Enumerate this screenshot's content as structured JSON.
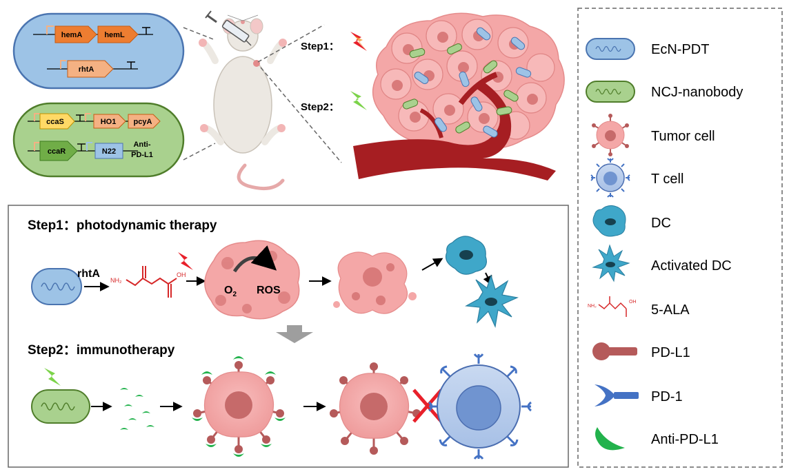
{
  "colors": {
    "ecn_fill": "#9dc3e6",
    "ecn_stroke": "#4a74b0",
    "ncj_fill": "#a9d18e",
    "ncj_stroke": "#4f7d2a",
    "tumor": "#f4a7a7",
    "tumor_dark": "#d97a7a",
    "vessel": "#a61e22",
    "gene_orange": "#ed7d31",
    "gene_salmon": "#f4b183",
    "gene_yellow": "#ffd966",
    "gene_green": "#70ad47",
    "gene_blue": "#9dc3e6",
    "ala_red": "#d62728",
    "pd1_blue": "#4472c4",
    "nanobody_green": "#22b24c",
    "dc_blue": "#3fa7c9",
    "cross_red": "#e8202a"
  },
  "plasmids": {
    "ecn": {
      "genes": [
        "hemA",
        "hemL",
        "rhtA"
      ]
    },
    "ncj": {
      "genes": [
        "ccaS",
        "HO1",
        "pcyA",
        "ccaR",
        "N22"
      ],
      "anti_pdl1": [
        "Anti-",
        "PD-L1"
      ]
    }
  },
  "steps_top": {
    "step1": "Step1：",
    "step2": "Step2："
  },
  "panel": {
    "step1_title": "Step1：photodynamic therapy",
    "step2_title": "Step2：immunotherapy",
    "rhta": "rhtA",
    "nh2": "NH₂",
    "oh": "OH",
    "o2": "O",
    "o2_sub": "2",
    "ros": "ROS"
  },
  "legend": {
    "items": [
      {
        "label": "EcN-PDT",
        "icon": "ecn-bacterium-icon"
      },
      {
        "label": "NCJ-nanobody",
        "icon": "ncj-bacterium-icon"
      },
      {
        "label": "Tumor cell",
        "icon": "tumor-cell-icon"
      },
      {
        "label": "T cell",
        "icon": "t-cell-icon"
      },
      {
        "label": "DC",
        "icon": "dc-icon"
      },
      {
        "label": "Activated DC",
        "icon": "activated-dc-icon"
      },
      {
        "label": "5-ALA",
        "icon": "ala-molecule-icon"
      },
      {
        "label": "PD-L1",
        "icon": "pdl1-icon"
      },
      {
        "label": "PD-1",
        "icon": "pd1-icon"
      },
      {
        "label": "Anti-PD-L1",
        "icon": "anti-pdl1-icon"
      }
    ],
    "ala_nh2": "NH₂",
    "ala_oh": "OH"
  }
}
